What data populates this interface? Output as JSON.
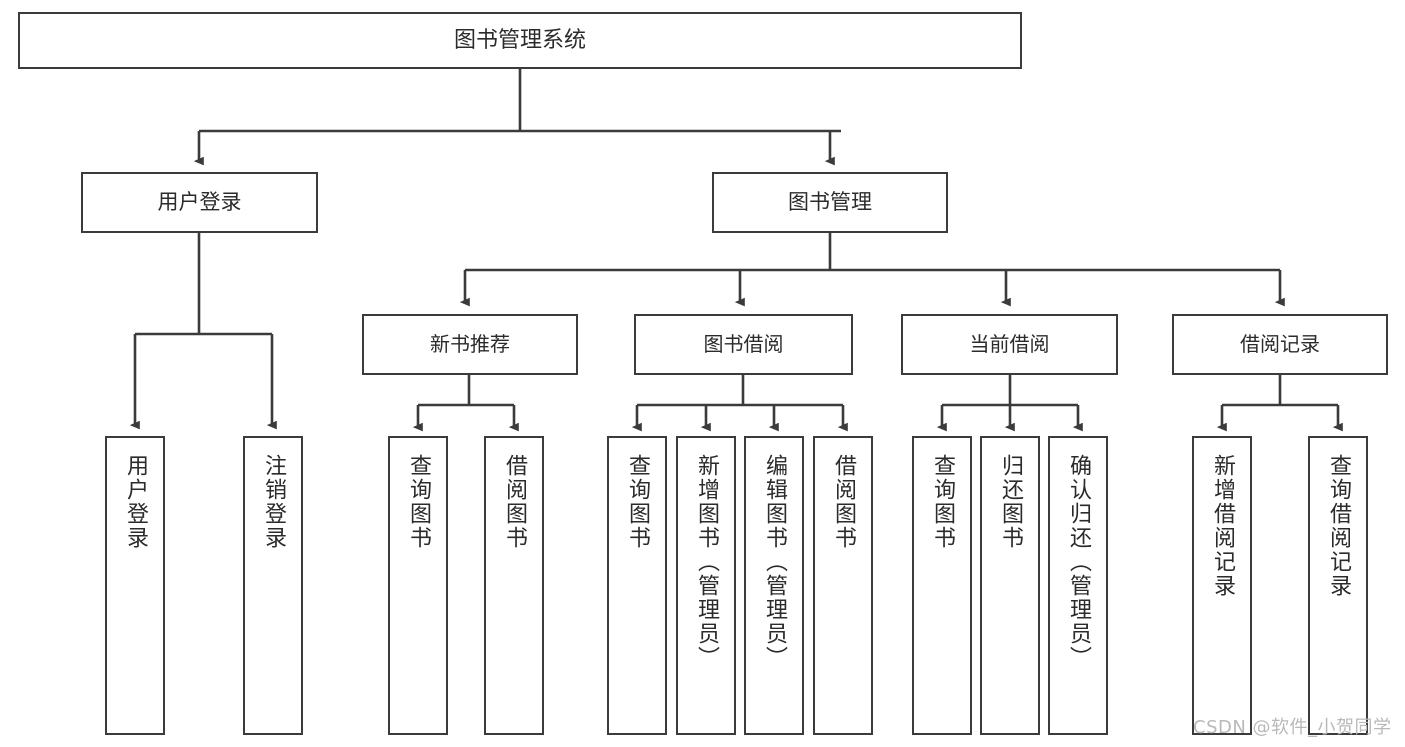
{
  "diagram": {
    "title": "图书管理系统",
    "type": "tree-hierarchy",
    "watermark": "CSDN @软件_小贺同学",
    "colors": {
      "background": "#ffffff",
      "node_border": "#3b3b3b",
      "node_fill": "#ffffff",
      "edge": "#3b3b3b",
      "text": "#2b2b2b",
      "watermark": "#b9b9b9"
    }
  },
  "nodes": {
    "root": {
      "label": "图书管理系统"
    },
    "level1": [
      {
        "id": "user-login",
        "label": "用户登录"
      },
      {
        "id": "book-manage",
        "label": "图书管理"
      }
    ],
    "level2": [
      {
        "id": "new-book-rec",
        "label": "新书推荐"
      },
      {
        "id": "book-borrow",
        "label": "图书借阅"
      },
      {
        "id": "current-borrow",
        "label": "当前借阅"
      },
      {
        "id": "borrow-record",
        "label": "借阅记录"
      }
    ],
    "leaves": {
      "user_login": [
        {
          "id": "leaf-user-login",
          "label": "用户登录"
        },
        {
          "id": "leaf-logout-login",
          "label": "注销登录"
        }
      ],
      "new_book_rec": [
        {
          "id": "leaf-query-book-1",
          "label": "查询图书"
        },
        {
          "id": "leaf-borrow-book-1",
          "label": "借阅图书"
        }
      ],
      "book_borrow": [
        {
          "id": "leaf-query-book-2",
          "label": "查询图书"
        },
        {
          "id": "leaf-add-book",
          "label": "新增图书（管理员）"
        },
        {
          "id": "leaf-edit-book",
          "label": "编辑图书（管理员）"
        },
        {
          "id": "leaf-borrow-book-2",
          "label": "借阅图书"
        }
      ],
      "current_borrow": [
        {
          "id": "leaf-query-book-3",
          "label": "查询图书"
        },
        {
          "id": "leaf-return-book",
          "label": "归还图书"
        },
        {
          "id": "leaf-confirm-return",
          "label": "确认归还（管理员）"
        }
      ],
      "borrow_record": [
        {
          "id": "leaf-add-record",
          "label": "新增借阅记录"
        },
        {
          "id": "leaf-query-record",
          "label": "查询借阅记录"
        }
      ]
    }
  }
}
